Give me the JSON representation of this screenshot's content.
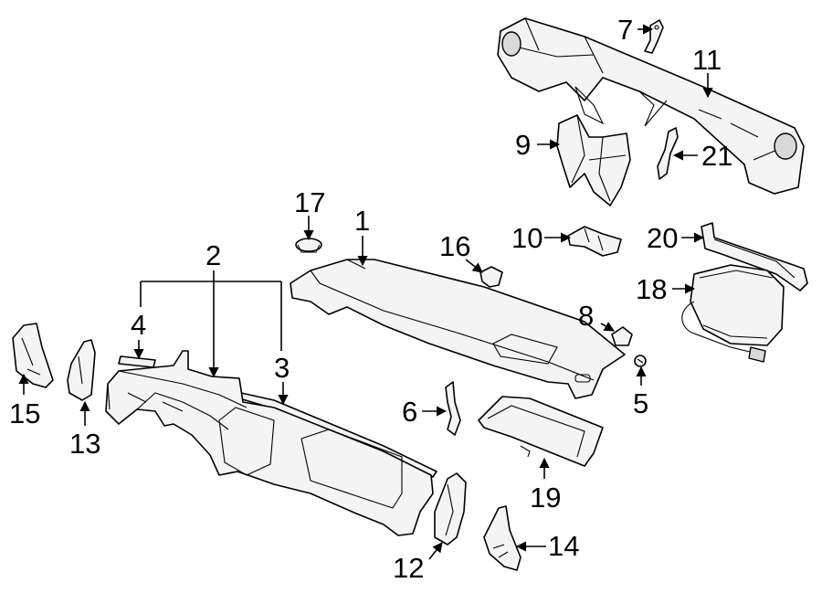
{
  "callouts": {
    "c1": "1",
    "c2": "2",
    "c3": "3",
    "c4": "4",
    "c5": "5",
    "c6": "6",
    "c7": "7",
    "c8": "8",
    "c9": "9",
    "c10": "10",
    "c11": "11",
    "c12": "12",
    "c13": "13",
    "c14": "14",
    "c15": "15",
    "c16": "16",
    "c17": "17",
    "c18": "18",
    "c19": "19",
    "c20": "20",
    "c21": "21"
  },
  "colors": {
    "line": "#000000",
    "part_fill": "#f4f4f4",
    "background": "#ffffff"
  }
}
